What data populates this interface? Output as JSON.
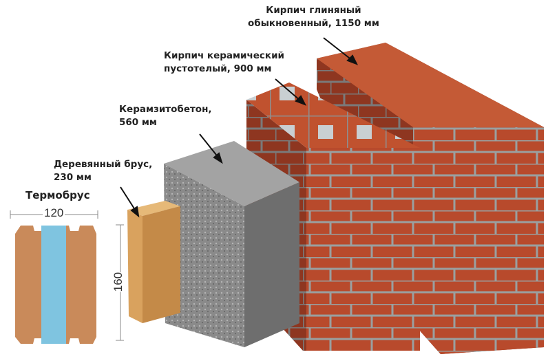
{
  "labels": {
    "solid_brick": {
      "line1": "Кирпич глиняный",
      "line2": "обыкновенный, 1150 мм"
    },
    "hollow_brick": {
      "line1": "Кирпич керамический",
      "line2": "пустотелый, 900 мм"
    },
    "claydite": {
      "line1": "Керамзитобетон,",
      "line2": "560 мм"
    },
    "wood_beam": {
      "line1": "Деревянный брус,",
      "line2": "230 мм"
    }
  },
  "thermobeam": {
    "title": "Термобрус",
    "width": "120",
    "height": "160"
  },
  "colors": {
    "brick": "#b84a2c",
    "concrete": "#8f8f8f",
    "wood": "#d9a25e",
    "insulation": "#7fc4e0"
  }
}
